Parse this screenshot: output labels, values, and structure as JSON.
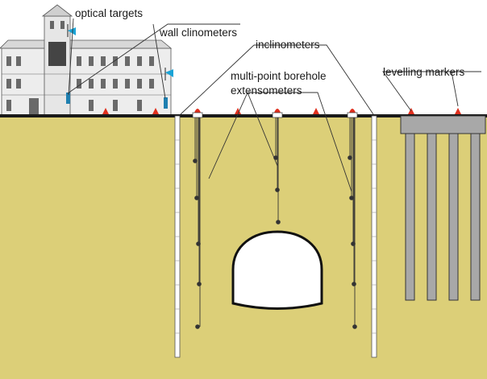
{
  "labels": {
    "optical_targets": "optical targets",
    "wall_clinometers": "wall clinometers",
    "inclinometers": "inclinometers",
    "extensometers_line1": "multi-point borehole",
    "extensometers_line2": "extensometers",
    "levelling_markers": "levelling markers"
  },
  "colors": {
    "soil": "#dccf78",
    "ground_line": "#1a1a1a",
    "marker": "#e0301e",
    "optical_target": "#1aa3d6",
    "clinometer": "#1e7fb0",
    "pile": "#a8a8a8",
    "building": "#ededed"
  }
}
